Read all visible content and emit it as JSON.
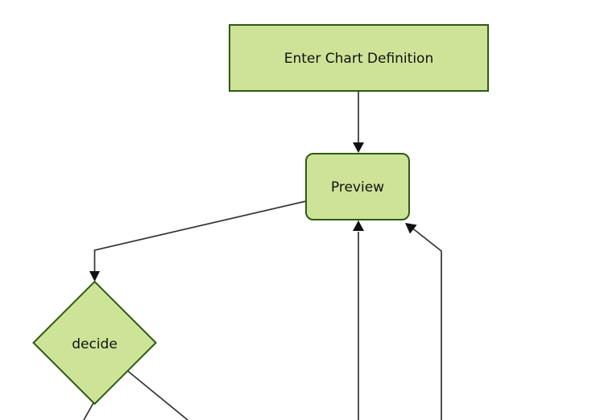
{
  "diagram": {
    "type": "flowchart",
    "direction": "top-down",
    "nodes": [
      {
        "id": "A",
        "label": "Enter Chart Definition",
        "shape": "rectangle"
      },
      {
        "id": "B",
        "label": "Preview",
        "shape": "rounded-rectangle"
      },
      {
        "id": "C",
        "label": "decide",
        "shape": "diamond"
      }
    ],
    "edges": [
      {
        "from": "A",
        "to": "B",
        "style": "arrow"
      },
      {
        "from": "B",
        "to": "C",
        "style": "arrow"
      },
      {
        "from": "C",
        "to": "offscreen-bottom-left",
        "style": "line-exits-frame"
      },
      {
        "from": "C",
        "to": "offscreen-bottom-right",
        "style": "line-exits-frame"
      },
      {
        "from": "offscreen-bottom",
        "to": "B",
        "style": "arrow"
      },
      {
        "from": "offscreen-bottom-right",
        "to": "B",
        "style": "arrow"
      }
    ]
  },
  "colors": {
    "canvas_bg": "#ffffff",
    "node_fill": "#cde498",
    "node_stroke": "#2f5a12",
    "edge_color": "#333333",
    "arrow_color": "#111111",
    "text_color": "#111111"
  }
}
